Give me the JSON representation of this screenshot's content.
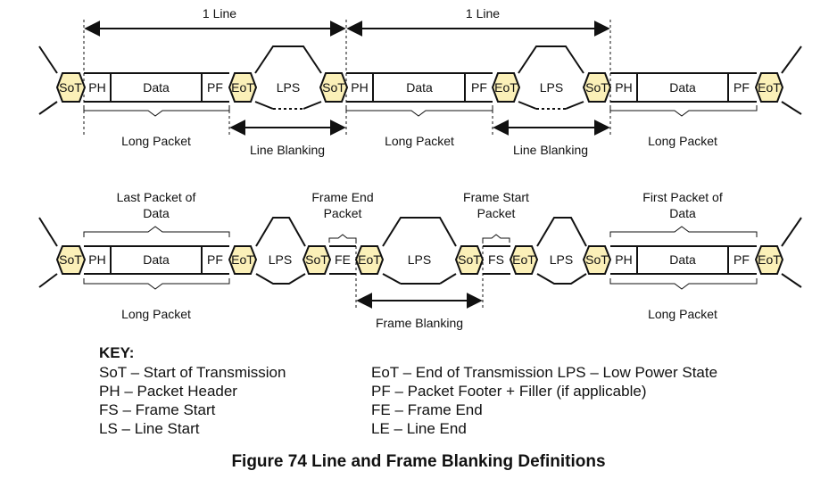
{
  "colors": {
    "hex_fill": "#fbf0b8",
    "stroke": "#111111",
    "background": "#ffffff"
  },
  "diagram": {
    "row1": {
      "line_label_1": "1 Line",
      "line_label_2": "1 Line",
      "cells": {
        "sot": "SoT",
        "ph": "PH",
        "data": "Data",
        "pf": "PF",
        "eot": "EoT",
        "lps": "LPS"
      },
      "long_packet_label": "Long Packet",
      "line_blanking_label": "Line Blanking"
    },
    "row2": {
      "last_packet_label_1": "Last Packet of",
      "last_packet_label_2": "Data",
      "frame_end_label_1": "Frame End",
      "frame_end_label_2": "Packet",
      "frame_start_label_1": "Frame Start",
      "frame_start_label_2": "Packet",
      "first_packet_label_1": "First Packet of",
      "first_packet_label_2": "Data",
      "cells": {
        "sot": "SoT",
        "ph": "PH",
        "data": "Data",
        "pf": "PF",
        "eot": "EoT",
        "lps": "LPS",
        "fe": "FE",
        "fs": "FS"
      },
      "long_packet_label": "Long Packet",
      "frame_blanking_label": "Frame Blanking"
    }
  },
  "key": {
    "title": "KEY",
    "left": [
      "SoT – Start of Transmission",
      "PH – Packet Header",
      "FS – Frame Start",
      "LS – Line Start"
    ],
    "right": [
      "EoT – End of Transmission  LPS – Low Power State",
      "PF – Packet Footer + Filler (if applicable)",
      "FE – Frame End",
      "LE – Line End"
    ]
  },
  "caption": "Figure 74 Line and Frame Blanking Definitions"
}
